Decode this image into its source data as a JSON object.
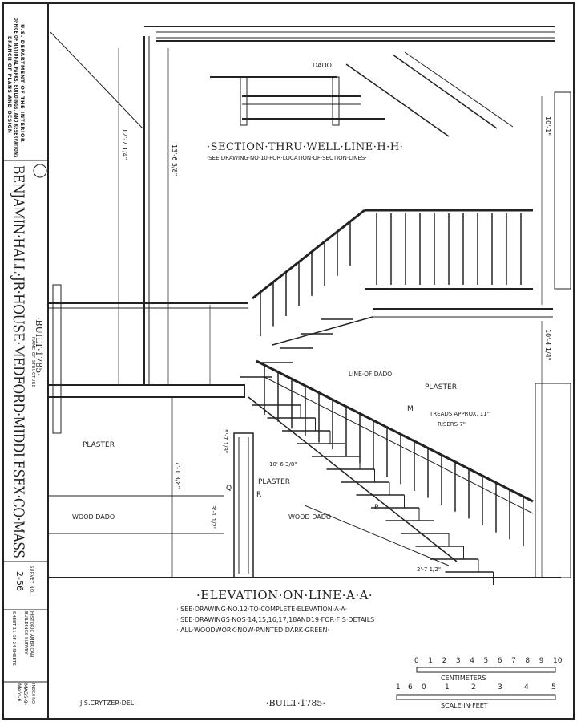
{
  "title_block": {
    "agency": "U.S. DEPARTMENT OF THE INTERIOR",
    "office": "OFFICE OF NATIONAL PARKS, BUILDINGS, AND RESERVATIONS",
    "branch": "BRANCH OF PLANS AND DESIGN",
    "structure_name": "BENJAMIN·HALL·JR·HOUSE·MEDFORD·MIDDLESEX·CO·MASS",
    "name_caption": "NAME OF STRUCTURE",
    "built": "·BUILT·1785·",
    "survey_label": "SURVEY NO.",
    "survey_no": "2-56",
    "survey_title": "HISTORIC AMERICAN BUILDINGS SURVEY",
    "sheet": "SHEET 11 OF 24 SHEETS",
    "index_label": "INDEX NO.",
    "index_no": "MASS-9-Mefo-6"
  },
  "section": {
    "title": "·SECTION·THRU·WELL·LINE·H·H·",
    "note": "·SEE·DRAWING·NO·10·FOR·LOCATION·OF·SECTION·LINES·",
    "dado_label": "DADO"
  },
  "elevation": {
    "title": "·ELEVATION·ON·LINE·A·A·",
    "notes": [
      "· SEE·DRAWING·NO.12·TO·COMPLETE·ELEVATION·A·A·",
      "· SEE·DRAWINGS·NOS·14,15,16,17,18AND19·FOR·F·S·DETAILS",
      "· ALL·WOODWORK·NOW·PAINTED·DARK·GREEN·"
    ],
    "labels": {
      "plaster_left": "PLASTER",
      "plaster_mid": "PLASTER",
      "plaster_right": "PLASTER",
      "wood_dado_left": "WOOD DADO",
      "wood_dado_mid": "WOOD DADO",
      "line_of_dado": "LINE·OF·DADO",
      "treads": "TREADS APPROX. 11\"",
      "risers": "RISERS 7\"",
      "p": "P",
      "q": "Q",
      "r": "R",
      "m": "M"
    },
    "dimensions": [
      "13'-6 3/8\"",
      "12'-7 1/4\"",
      "10'-1\"",
      "10'-4 1/4\"",
      "7'-1 3/8\"",
      "5'-7 1/8\"",
      "10'-6 3/8\"",
      "3'-1 1/2\"",
      "2'-7 1/2\""
    ]
  },
  "scale": {
    "cm_ticks": [
      "0",
      "1",
      "2",
      "3",
      "4",
      "5",
      "6",
      "7",
      "8",
      "9",
      "10"
    ],
    "cm_label": "CENTIMETERS",
    "ft_ticks": [
      "1",
      "6",
      "0",
      "1",
      "2",
      "3",
      "4",
      "5"
    ],
    "ft_label": "SCALE·IN·FEET"
  },
  "footer": {
    "delineator": "J.S.CRYTZER·DEL·",
    "built": "·BUILT·1785·"
  }
}
